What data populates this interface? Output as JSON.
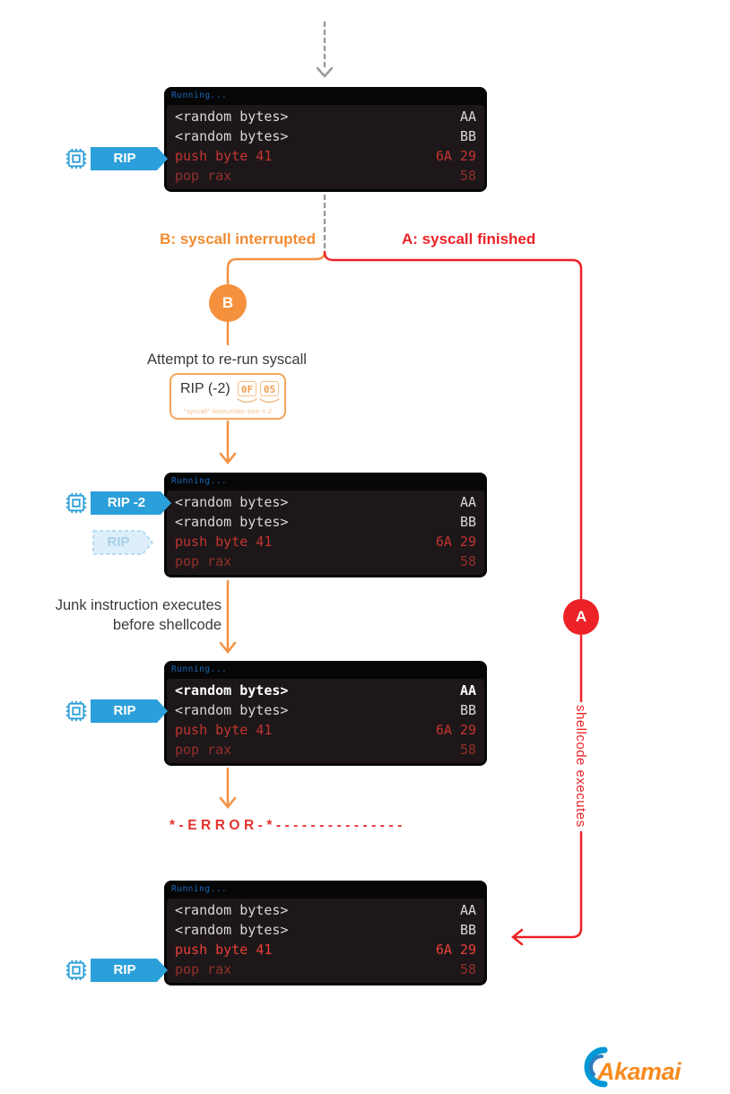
{
  "palette": {
    "orange_line": "#F39142",
    "orange_badge": "#F5913D",
    "orange_label": "#F28B31",
    "orange_box_border": "#F2A65A",
    "orange_byte": "#F59D52",
    "red": "#EC2227",
    "blue_tag": "#2B9FD9",
    "blue_faded": "#A6CFE9",
    "running_blue": "#1767B6",
    "terminal_frame": "#060606",
    "terminal_bg": "#1D1719",
    "terminal_gray_text": "#D8D8D8",
    "terminal_red_text": "#C23530",
    "terminal_red_bright": "#E8403A",
    "terminal_red_dim": "#93302B",
    "gray_dashed_line": "#9B9B9B",
    "step_text": "#3A3A3A",
    "logo_blue": "#0098D6",
    "logo_orange": "#F68B1F"
  },
  "branch": {
    "left_label": "B: syscall interrupted",
    "right_label": "A: syscall finished",
    "left_badge": "B",
    "right_badge": "A"
  },
  "tags": {
    "rip": "RIP",
    "rip_minus_2": "RIP -2",
    "rip_faded": "RIP"
  },
  "steps": {
    "rerun_title": "Attempt to re-run syscall",
    "rip_box_label": "RIP (-2)",
    "bytes": [
      "0F",
      "05"
    ],
    "byte_caption": "\"syscall\" instruction size = 2",
    "junk_line1": "Junk instruction executes",
    "junk_line2": "before shellcode",
    "error_text": "*-ERROR-*---------------",
    "shellcode_label": "shellcode executes"
  },
  "terminals": [
    {
      "title": "Running...",
      "lines": [
        {
          "text": "<random bytes>",
          "hex": "AA",
          "style": "gray"
        },
        {
          "text": "<random bytes>",
          "hex": "BB",
          "style": "gray"
        },
        {
          "text": "push byte 41",
          "hex": "6A 29",
          "style": "red"
        },
        {
          "text": "pop rax",
          "hex": "58",
          "style": "red-dim"
        }
      ]
    },
    {
      "title": "Running...",
      "lines": [
        {
          "text": "<random bytes>",
          "hex": "AA",
          "style": "gray"
        },
        {
          "text": "<random bytes>",
          "hex": "BB",
          "style": "gray"
        },
        {
          "text": "push byte 41",
          "hex": "6A 29",
          "style": "red"
        },
        {
          "text": "pop rax",
          "hex": "58",
          "style": "red-dim"
        }
      ]
    },
    {
      "title": "Running...",
      "lines": [
        {
          "text": "<random bytes>",
          "hex": "AA",
          "style": "gray-bold"
        },
        {
          "text": "<random bytes>",
          "hex": "BB",
          "style": "gray"
        },
        {
          "text": "push byte 41",
          "hex": "6A 29",
          "style": "red"
        },
        {
          "text": "pop rax",
          "hex": "58",
          "style": "red-dim"
        }
      ]
    },
    {
      "title": "Running...",
      "lines": [
        {
          "text": "<random bytes>",
          "hex": "AA",
          "style": "gray"
        },
        {
          "text": "<random bytes>",
          "hex": "BB",
          "style": "gray"
        },
        {
          "text": "push byte 41",
          "hex": "6A 29",
          "style": "red-bright"
        },
        {
          "text": "pop rax",
          "hex": "58",
          "style": "red-dim"
        }
      ]
    }
  ],
  "logo": {
    "text": "Akamai"
  }
}
